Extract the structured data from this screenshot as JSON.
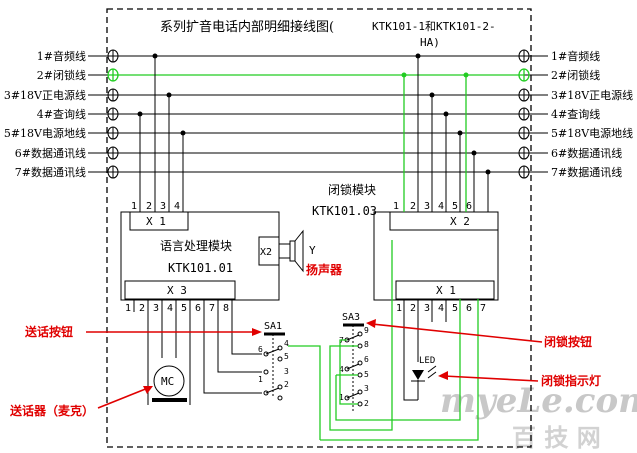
{
  "title": {
    "line1": "系列扩音电话内部明细接线图(",
    "line1_suffix": "KTK101-1和KTK101-2-",
    "line2": "HA)"
  },
  "wires": [
    "1#音频线",
    "2#闭锁线",
    "3#18V正电源线",
    "4#查询线",
    "5#18V电源地线",
    "6#数据通讯线",
    "7#数据通讯线"
  ],
  "left_module": {
    "x1_label": "X 1",
    "x1_pins": [
      "1",
      "2",
      "3",
      "4"
    ],
    "name": "语言处理模块",
    "model": "KTK101.01",
    "x2_label": "X2",
    "y_label": "Y",
    "speaker_label": "扬声器",
    "x3_label": "X 3",
    "x3_pins": [
      "1",
      "2",
      "3",
      "4",
      "5",
      "6",
      "7",
      "8"
    ]
  },
  "right_module": {
    "name": "闭锁模块",
    "model": "KTK101.03",
    "x2_label": "X 2",
    "x2_pins": [
      "1",
      "2",
      "3",
      "4",
      "5",
      "6"
    ],
    "x1_label": "X 1",
    "x1_pins": [
      "1",
      "2",
      "3",
      "4",
      "5",
      "6",
      "7"
    ]
  },
  "sa1": {
    "label": "SA1",
    "pins": [
      "6",
      "4",
      "5",
      "3",
      "1",
      "2"
    ]
  },
  "sa3": {
    "label": "SA3",
    "pins": [
      "7",
      "9",
      "8",
      "6",
      "4",
      "5",
      "3",
      "1",
      "2"
    ]
  },
  "mic_label": "MC",
  "led_label": "LED",
  "annotations": {
    "talk_button": "送话按钮",
    "mic": "送话器（麦克）",
    "lock_button": "闭锁按钮",
    "lock_led": "闭锁指示灯"
  },
  "watermark": {
    "line1": "myeLe.com",
    "line2": "百 技 网"
  },
  "colors": {
    "lock_wire": "#22cc22",
    "annotation": "#e00000"
  }
}
